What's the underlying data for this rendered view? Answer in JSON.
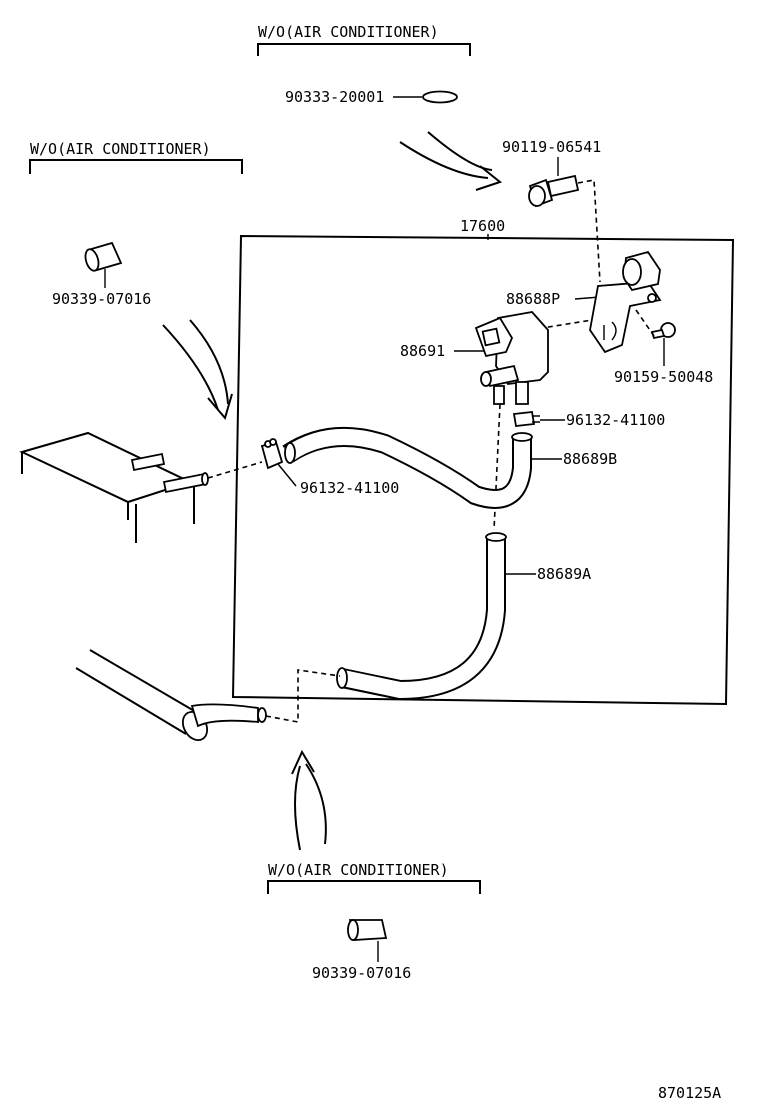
{
  "labels": {
    "note_top": "W/O(AIR CONDITIONER)",
    "note_left": "W/O(AIR CONDITIONER)",
    "note_bottom": "W/O(AIR CONDITIONER)",
    "assembly": "17600",
    "oring": "90333-20001",
    "bolt": "90119-06541",
    "bracket": "88688P",
    "vsv": "88691",
    "screw": "90159-50048",
    "clamp_right": "96132-41100",
    "clamp_left": "96132-41100",
    "hose_b": "88689B",
    "hose_a": "88689A",
    "plug_left": "90339-07016",
    "plug_bottom": "90339-07016",
    "figure_id": "870125A"
  }
}
